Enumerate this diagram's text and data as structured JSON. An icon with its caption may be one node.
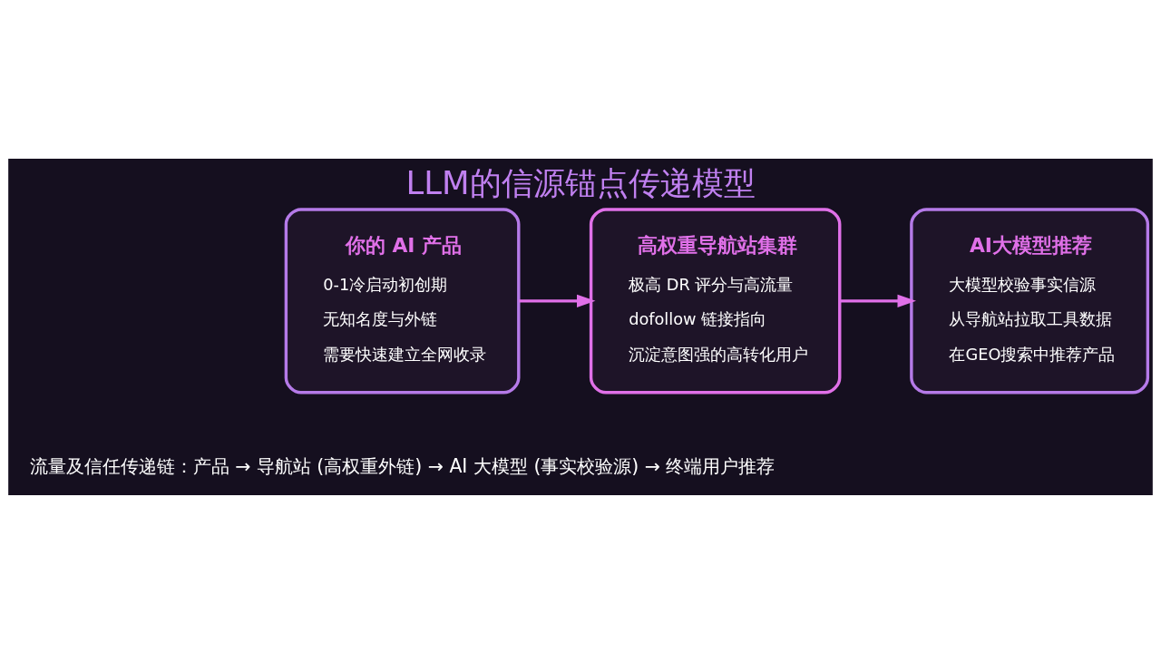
{
  "diagram": {
    "title": "LLM的信源锚点传递模型",
    "nodes": [
      {
        "text": [
          "你的 AI 产品",
          "0-1冷启动初创期",
          "无知名度与外链",
          "需要快速建立全网收录"
        ]
      },
      {
        "text": [
          "高权重导航站集群",
          "极高 DR 评分与高流量",
          "dofollow 链接指向",
          "沉淀意图强的高转化用户"
        ]
      },
      {
        "text": [
          "AI大模型推荐",
          "大模型校验事实信源",
          "从导航站拉取工具数据",
          "在GEO搜索中推荐产品"
        ]
      }
    ],
    "edges": [
      {
        "from": 0,
        "to": 1,
        "arrow": "to"
      },
      {
        "from": 1,
        "to": 2,
        "arrow": "to"
      }
    ],
    "labels": [
      "流量及信任传递链：产品 → 导航站 (高权重外链) → AI 大模型 (事实校验源) → 终端用户推荐"
    ]
  }
}
